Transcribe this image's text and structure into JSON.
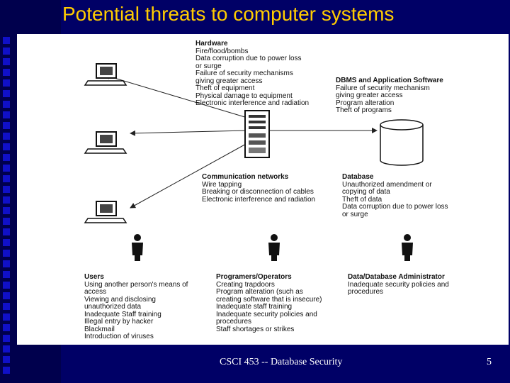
{
  "slide": {
    "title": "Potential threats to computer systems",
    "footer_text": "CSCI 453 -- Database Security",
    "page_number": "5"
  },
  "colors": {
    "background": "#000066",
    "title": "#ffcc00",
    "accent_squares": "#1010c8",
    "panel": "#ffffff"
  },
  "diagram": {
    "hardware": {
      "heading": "Hardware",
      "lines": [
        "Fire/flood/bombs",
        "Data corruption due to power loss",
        "or surge",
        "Failure of security mechanisms",
        "giving greater access",
        "Theft of equipment",
        "Physical damage to equipment",
        "Electronic interference and radiation"
      ]
    },
    "dbms": {
      "heading": "DBMS and Application Software",
      "lines": [
        "Failure of security mechanism",
        "giving greater access",
        "Program alteration",
        "Theft of programs"
      ]
    },
    "communication": {
      "heading": "Communication networks",
      "lines": [
        "Wire tapping",
        "Breaking or disconnection of cables",
        "Electronic interference and radiation"
      ]
    },
    "database": {
      "heading": "Database",
      "lines": [
        "Unauthorized amendment or",
        "copying of data",
        "Theft of data",
        "Data corruption due to power loss",
        "or surge"
      ]
    },
    "users": {
      "heading": "Users",
      "lines": [
        "Using another person's means of",
        "access",
        "Viewing and disclosing",
        "unauthorized data",
        "Inadequate Staff training",
        "Illegal entry by hacker",
        "Blackmail",
        "Introduction of viruses"
      ]
    },
    "programmers": {
      "heading": "Programers/Operators",
      "lines": [
        "Creating trapdoors",
        "Program alteration (such as",
        "creating software that is insecure)",
        "Inadequate staff training",
        "Inadequate security policies and",
        "procedures",
        "Staff shortages or strikes"
      ]
    },
    "dba": {
      "heading": "Data/Database Administrator",
      "lines": [
        "Inadequate security policies and",
        "procedures"
      ]
    }
  }
}
